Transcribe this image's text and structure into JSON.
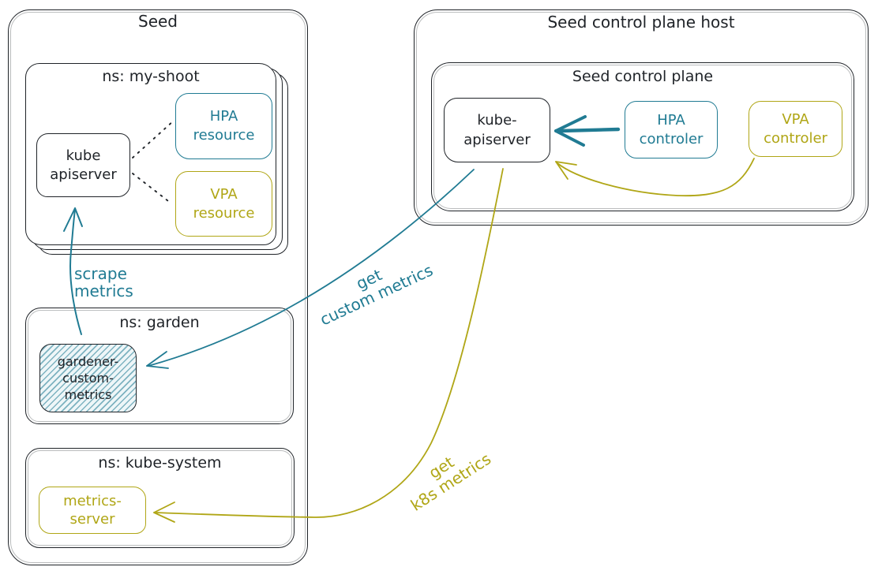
{
  "colors": {
    "ink": "#1f2328",
    "teal": "#207b93",
    "olive": "#b0a616",
    "hatch_fill": "#eef6f8"
  },
  "seed": {
    "title": "Seed",
    "my_shoot": {
      "title": "ns: my-shoot",
      "kube_apiserver_label": "kube\napiserver",
      "hpa_resource_label": "HPA\nresource",
      "vpa_resource_label": "VPA\nresource"
    },
    "garden": {
      "title": "ns: garden",
      "gardener_custom_metrics_label": "gardener-\ncustom-\nmetrics"
    },
    "kube_system": {
      "title": "ns: kube-system",
      "metrics_server_label": "metrics-\nserver"
    }
  },
  "control_plane_host": {
    "title": "Seed control plane host",
    "control_plane": {
      "title": "Seed control plane",
      "kube_apiserver_label": "kube-\napiserver",
      "hpa_controller_label": "HPA\ncontroler",
      "vpa_controller_label": "VPA\ncontroler"
    }
  },
  "edge_labels": {
    "scrape_metrics": "scrape\nmetrics",
    "get_custom_metrics": "get\ncustom metrics",
    "get_k8s_metrics": "get\nk8s metrics"
  }
}
